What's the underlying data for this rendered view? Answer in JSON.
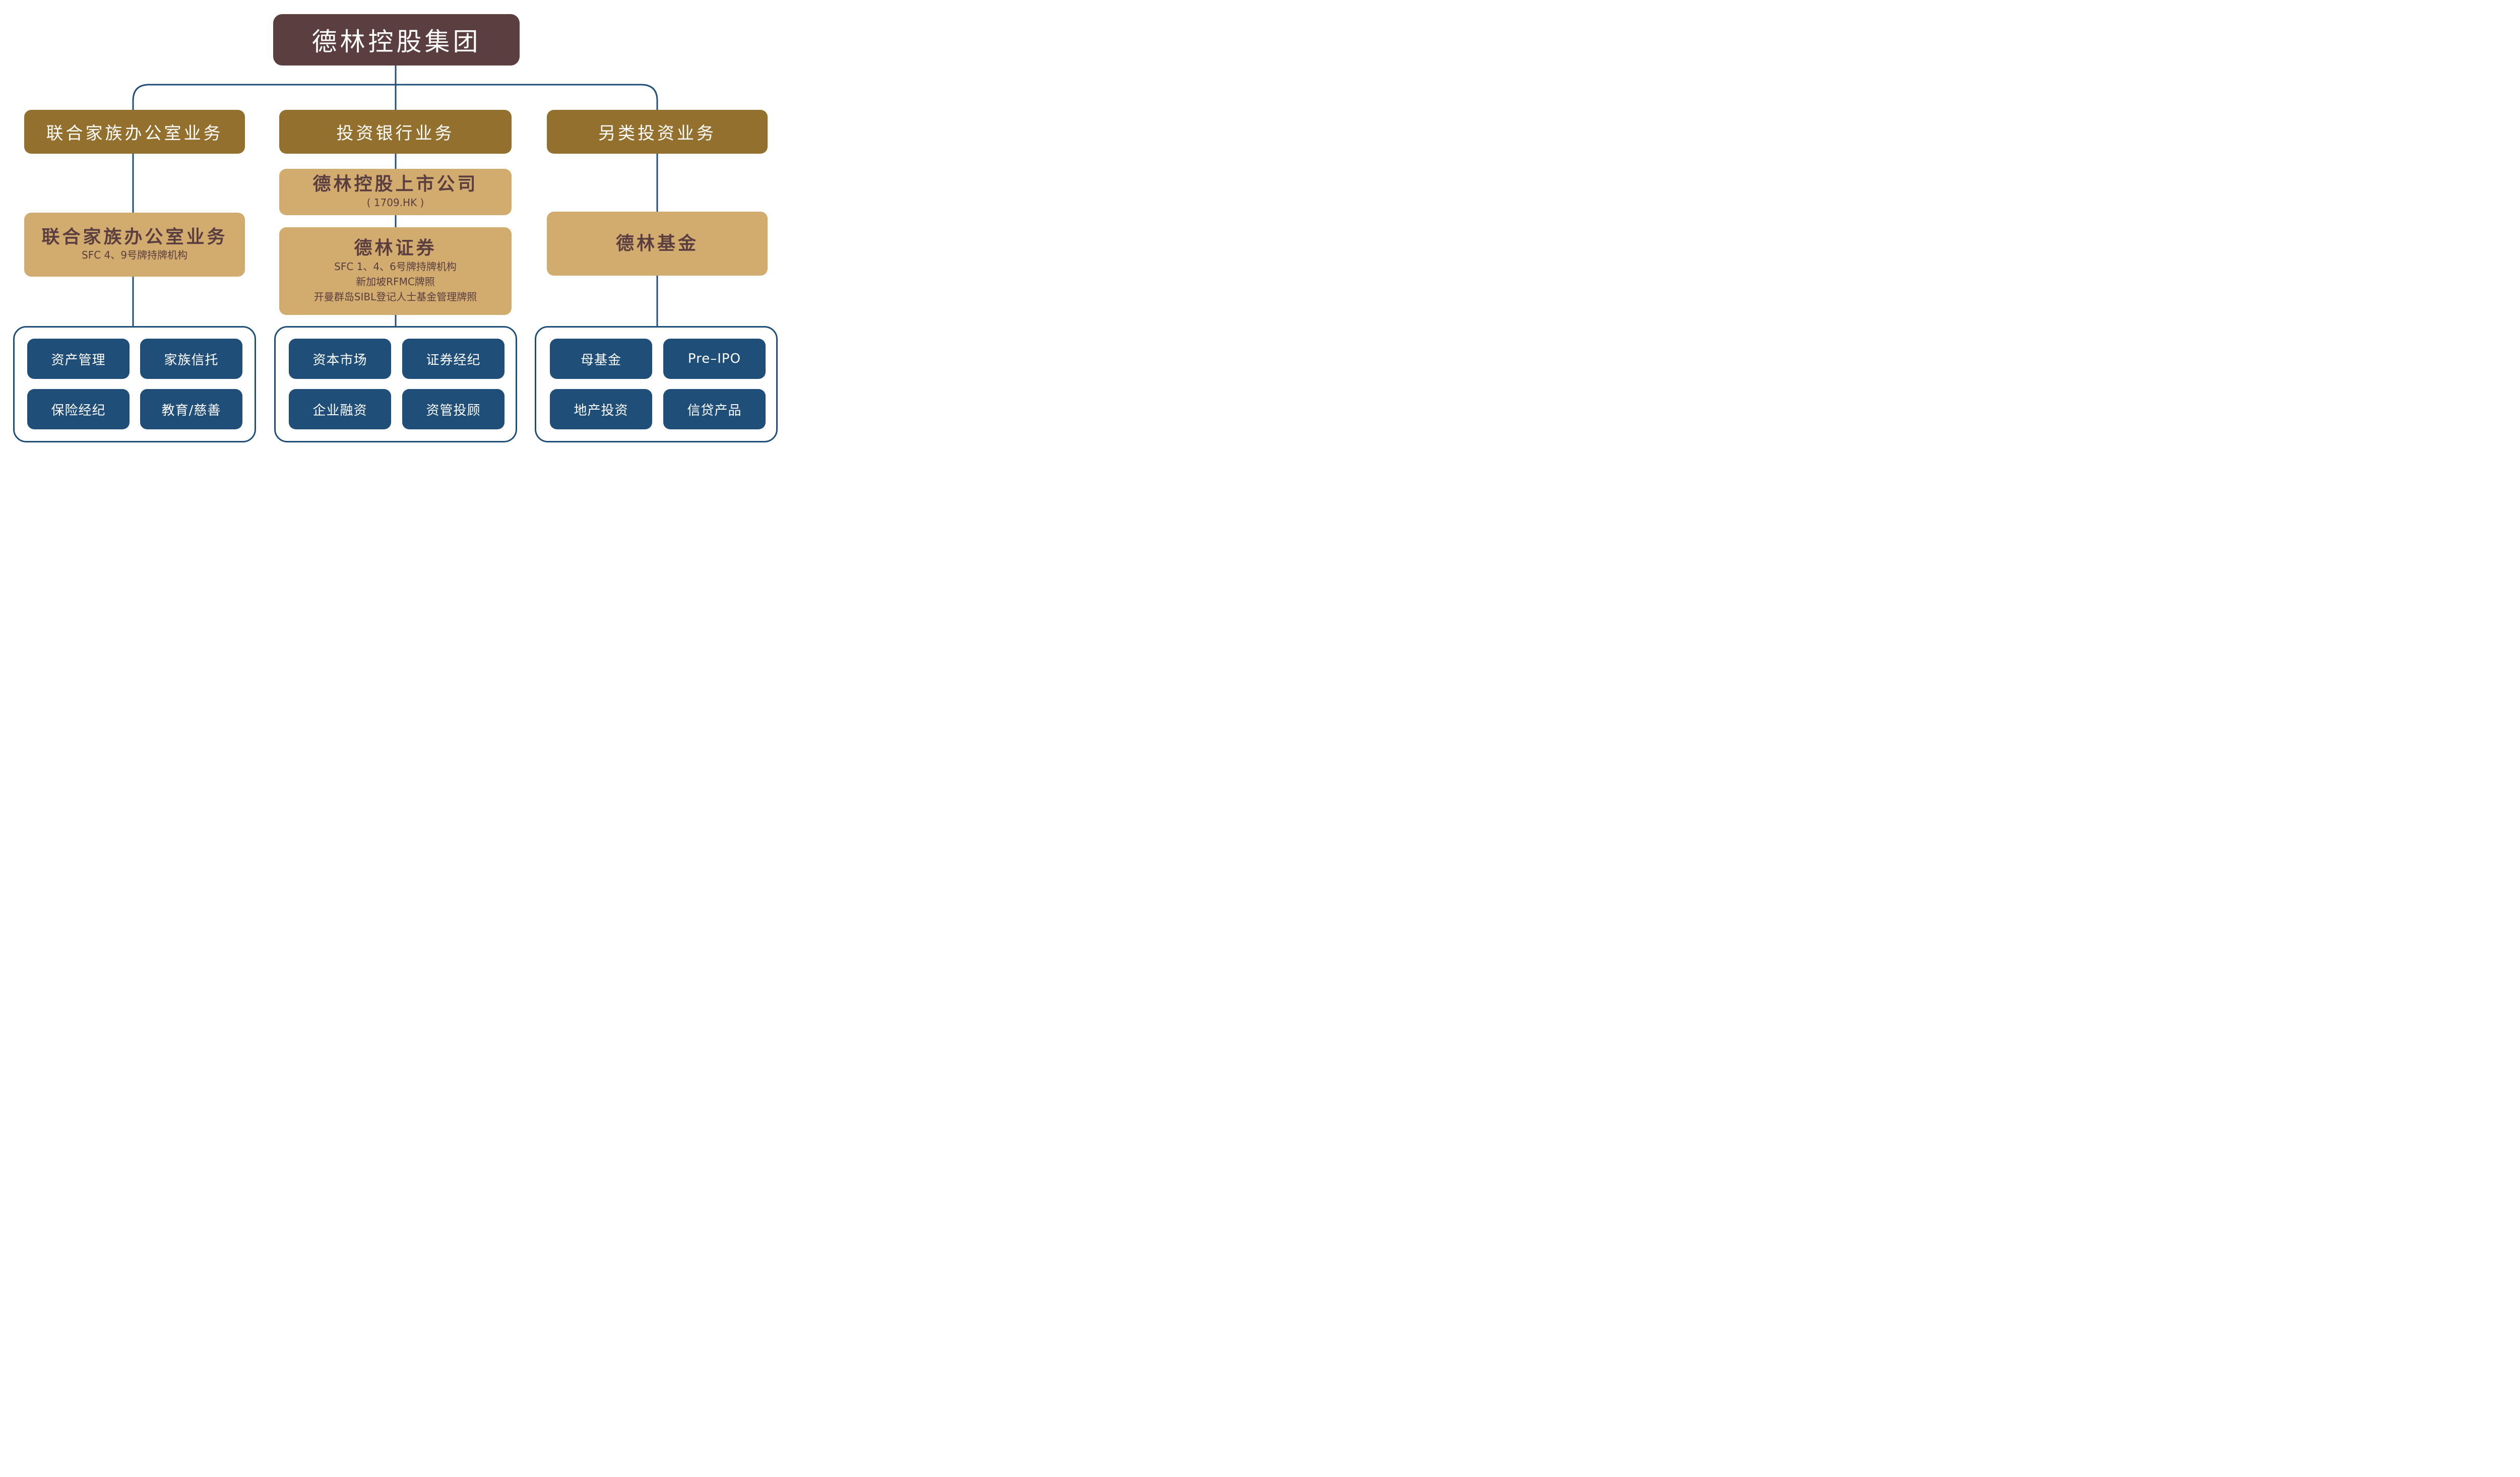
{
  "root": {
    "label": "德林控股集团"
  },
  "divisions": [
    {
      "label": "联合家族办公室业务",
      "entities": [
        {
          "title": "联合家族办公室业务",
          "lines": [
            "SFC 4、9号牌持牌机构"
          ]
        }
      ],
      "services": [
        "资产管理",
        "家族信托",
        "保险经纪",
        "教育/慈善"
      ]
    },
    {
      "label": "投资银行业务",
      "entities": [
        {
          "title": "德林控股上市公司",
          "lines": [
            "( 1709.HK )"
          ]
        },
        {
          "title": "德林证券",
          "lines": [
            "SFC 1、4、6号牌持牌机构",
            "新加坡RFMC牌照",
            "开曼群岛SIBL登记人士基金管理牌照"
          ]
        }
      ],
      "services": [
        "资本市场",
        "证券经纪",
        "企业融资",
        "资管投顾"
      ]
    },
    {
      "label": "另类投资业务",
      "entities": [
        {
          "title": "德林基金",
          "lines": []
        }
      ],
      "services": [
        "母基金",
        "Pre–IPO",
        "地产投资",
        "信贷产品"
      ]
    }
  ],
  "colors": {
    "root": "#5a3e40",
    "division": "#93702d",
    "entity": "#d2ab6e",
    "service": "#1f4e79",
    "connector": "#1f4e79"
  }
}
